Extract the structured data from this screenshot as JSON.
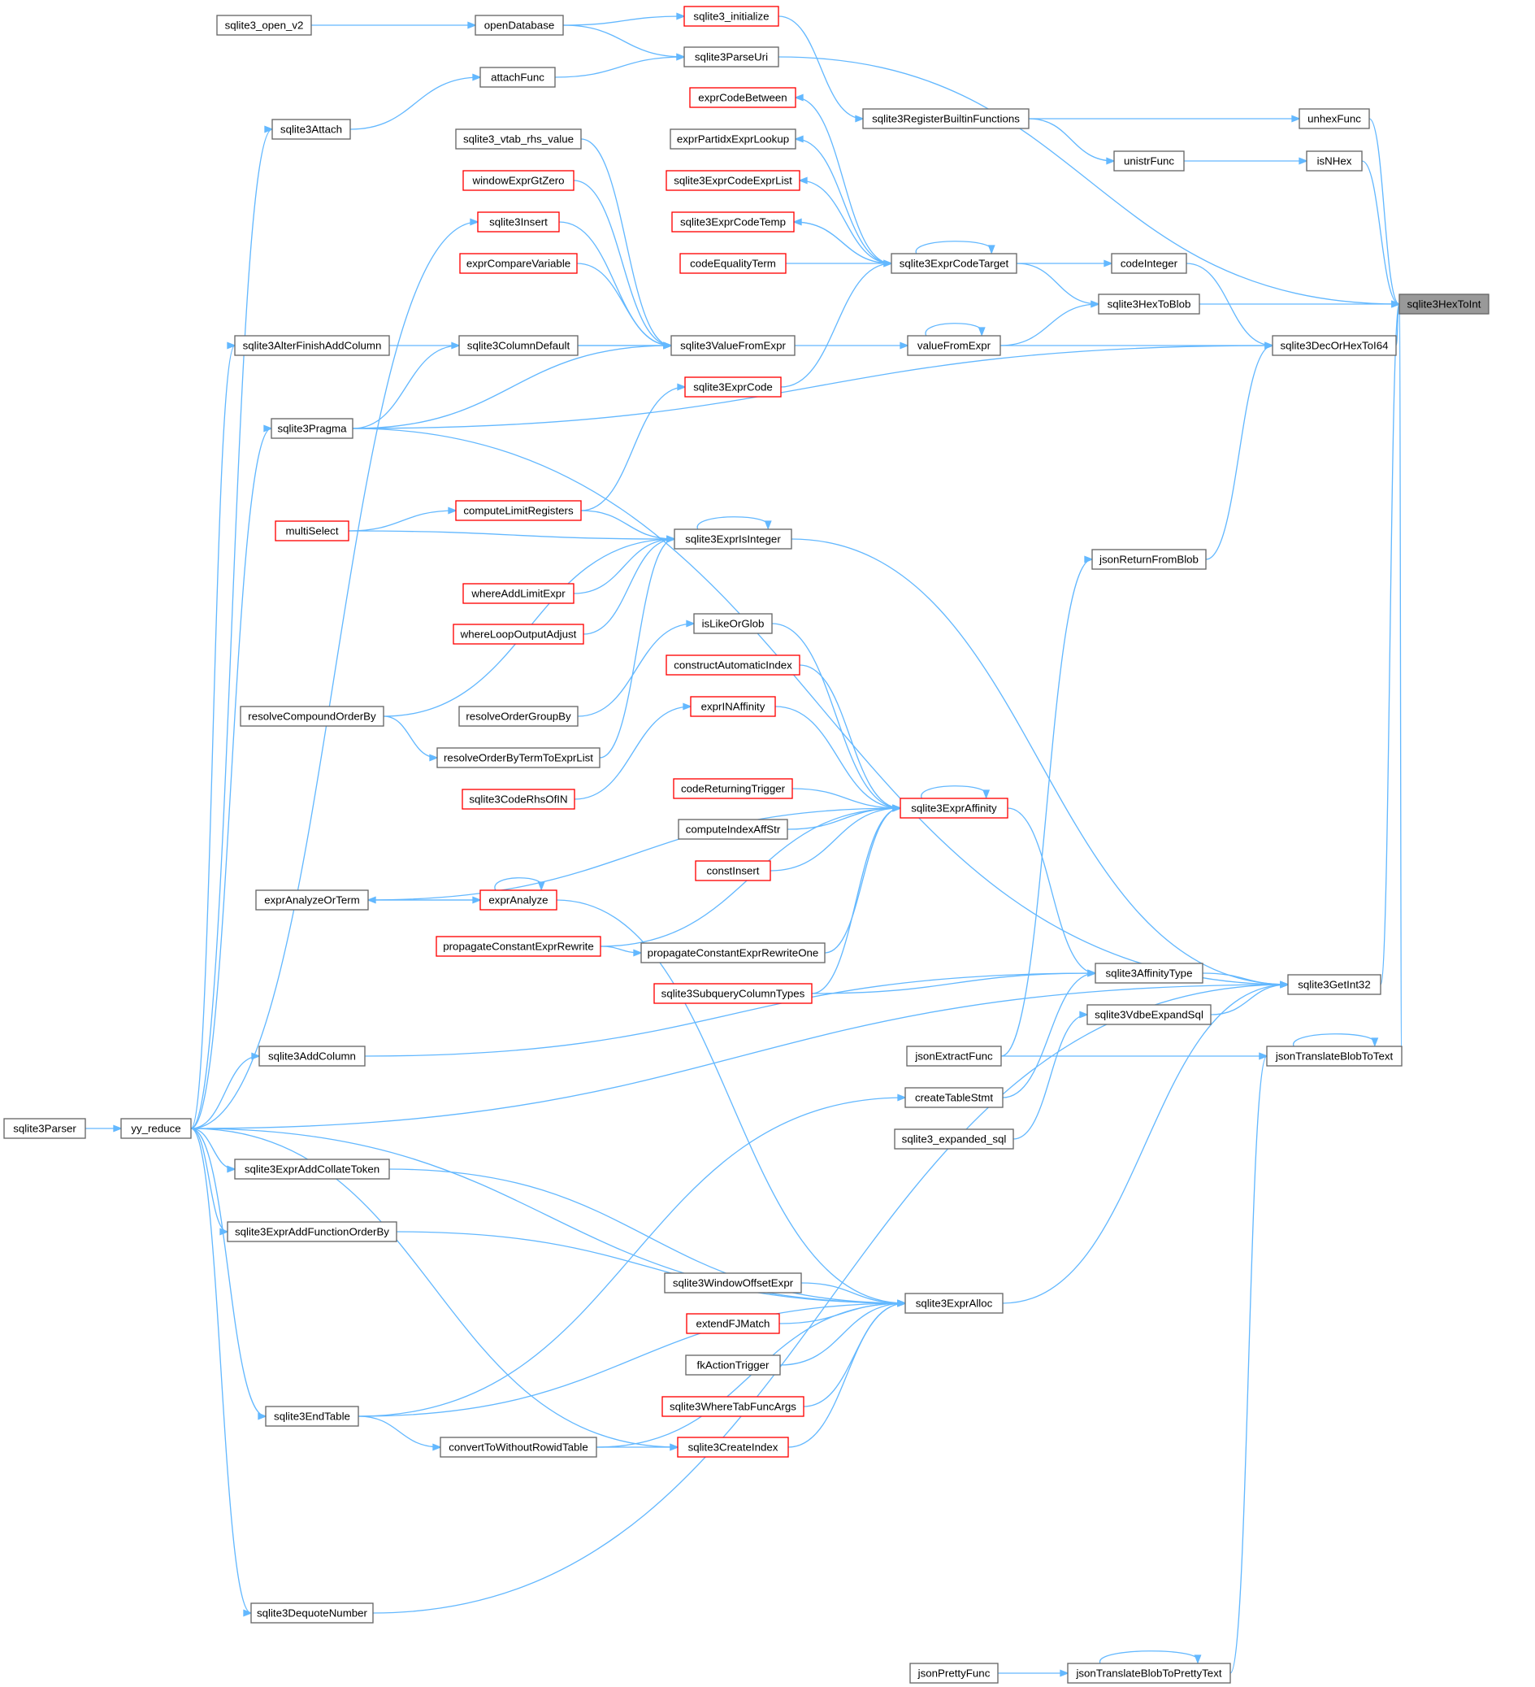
{
  "graph": {
    "title": "",
    "edge_color": "#63b8ff",
    "highlight_color": "#999999",
    "red_border_color": "#ff0000",
    "nodes": [
      {
        "id": "sqlite3HexToInt",
        "label": "sqlite3HexToInt",
        "style": "gray"
      },
      {
        "id": "sqlite3_open_v2",
        "label": "sqlite3_open_v2",
        "style": "normal"
      },
      {
        "id": "openDatabase",
        "label": "openDatabase",
        "style": "normal"
      },
      {
        "id": "sqlite3_initialize",
        "label": "sqlite3_initialize",
        "style": "red"
      },
      {
        "id": "sqlite3ParseUri",
        "label": "sqlite3ParseUri",
        "style": "normal"
      },
      {
        "id": "attachFunc",
        "label": "attachFunc",
        "style": "normal"
      },
      {
        "id": "exprCodeBetween",
        "label": "exprCodeBetween",
        "style": "red"
      },
      {
        "id": "sqlite3RegisterBuiltinFunctions",
        "label": "sqlite3RegisterBuiltinFunctions",
        "style": "normal"
      },
      {
        "id": "unhexFunc",
        "label": "unhexFunc",
        "style": "normal"
      },
      {
        "id": "sqlite3Attach",
        "label": "sqlite3Attach",
        "style": "normal"
      },
      {
        "id": "sqlite3_vtab_rhs_value",
        "label": "sqlite3_vtab_rhs_value",
        "style": "normal"
      },
      {
        "id": "exprPartidxExprLookup",
        "label": "exprPartidxExprLookup",
        "style": "normal"
      },
      {
        "id": "unistrFunc",
        "label": "unistrFunc",
        "style": "normal"
      },
      {
        "id": "isNHex",
        "label": "isNHex",
        "style": "normal"
      },
      {
        "id": "windowExprGtZero",
        "label": "windowExprGtZero",
        "style": "red"
      },
      {
        "id": "sqlite3ExprCodeExprList",
        "label": "sqlite3ExprCodeExprList",
        "style": "red"
      },
      {
        "id": "sqlite3Insert",
        "label": "sqlite3Insert",
        "style": "red"
      },
      {
        "id": "sqlite3ExprCodeTemp",
        "label": "sqlite3ExprCodeTemp",
        "style": "red"
      },
      {
        "id": "exprCompareVariable",
        "label": "exprCompareVariable",
        "style": "red"
      },
      {
        "id": "codeEqualityTerm",
        "label": "codeEqualityTerm",
        "style": "red"
      },
      {
        "id": "sqlite3ExprCodeTarget",
        "label": "sqlite3ExprCodeTarget",
        "style": "normal"
      },
      {
        "id": "codeInteger",
        "label": "codeInteger",
        "style": "normal"
      },
      {
        "id": "sqlite3HexToBlob",
        "label": "sqlite3HexToBlob",
        "style": "normal"
      },
      {
        "id": "sqlite3AlterFinishAddColumn",
        "label": "sqlite3AlterFinishAddColumn",
        "style": "normal"
      },
      {
        "id": "sqlite3ColumnDefault",
        "label": "sqlite3ColumnDefault",
        "style": "normal"
      },
      {
        "id": "sqlite3ValueFromExpr",
        "label": "sqlite3ValueFromExpr",
        "style": "normal"
      },
      {
        "id": "valueFromExpr",
        "label": "valueFromExpr",
        "style": "normal"
      },
      {
        "id": "sqlite3DecOrHexToI64",
        "label": "sqlite3DecOrHexToI64",
        "style": "normal"
      },
      {
        "id": "sqlite3ExprCode",
        "label": "sqlite3ExprCode",
        "style": "red"
      },
      {
        "id": "sqlite3Pragma",
        "label": "sqlite3Pragma",
        "style": "normal"
      },
      {
        "id": "computeLimitRegisters",
        "label": "computeLimitRegisters",
        "style": "red"
      },
      {
        "id": "multiSelect",
        "label": "multiSelect",
        "style": "red"
      },
      {
        "id": "sqlite3ExprIsInteger",
        "label": "sqlite3ExprIsInteger",
        "style": "normal"
      },
      {
        "id": "jsonReturnFromBlob",
        "label": "jsonReturnFromBlob",
        "style": "normal"
      },
      {
        "id": "whereAddLimitExpr",
        "label": "whereAddLimitExpr",
        "style": "red"
      },
      {
        "id": "whereLoopOutputAdjust",
        "label": "whereLoopOutputAdjust",
        "style": "red"
      },
      {
        "id": "isLikeOrGlob",
        "label": "isLikeOrGlob",
        "style": "normal"
      },
      {
        "id": "constructAutomaticIndex",
        "label": "constructAutomaticIndex",
        "style": "red"
      },
      {
        "id": "resolveCompoundOrderBy",
        "label": "resolveCompoundOrderBy",
        "style": "normal"
      },
      {
        "id": "resolveOrderGroupBy",
        "label": "resolveOrderGroupBy",
        "style": "normal"
      },
      {
        "id": "exprINAffinity",
        "label": "exprINAffinity",
        "style": "red"
      },
      {
        "id": "resolveOrderByTermToExprList",
        "label": "resolveOrderByTermToExprList",
        "style": "normal"
      },
      {
        "id": "sqlite3CodeRhsOfIN",
        "label": "sqlite3CodeRhsOfIN",
        "style": "red"
      },
      {
        "id": "codeReturningTrigger",
        "label": "codeReturningTrigger",
        "style": "red"
      },
      {
        "id": "sqlite3ExprAffinity",
        "label": "sqlite3ExprAffinity",
        "style": "red"
      },
      {
        "id": "computeIndexAffStr",
        "label": "computeIndexAffStr",
        "style": "normal"
      },
      {
        "id": "constInsert",
        "label": "constInsert",
        "style": "red"
      },
      {
        "id": "exprAnalyzeOrTerm",
        "label": "exprAnalyzeOrTerm",
        "style": "normal"
      },
      {
        "id": "exprAnalyze",
        "label": "exprAnalyze",
        "style": "red"
      },
      {
        "id": "propagateConstantExprRewrite",
        "label": "propagateConstantExprRewrite",
        "style": "red"
      },
      {
        "id": "propagateConstantExprRewriteOne",
        "label": "propagateConstantExprRewriteOne",
        "style": "normal"
      },
      {
        "id": "sqlite3AffinityType",
        "label": "sqlite3AffinityType",
        "style": "normal"
      },
      {
        "id": "sqlite3GetInt32",
        "label": "sqlite3GetInt32",
        "style": "normal"
      },
      {
        "id": "sqlite3SubqueryColumnTypes",
        "label": "sqlite3SubqueryColumnTypes",
        "style": "red"
      },
      {
        "id": "sqlite3VdbeExpandSql",
        "label": "sqlite3VdbeExpandSql",
        "style": "normal"
      },
      {
        "id": "sqlite3AddColumn",
        "label": "sqlite3AddColumn",
        "style": "normal"
      },
      {
        "id": "jsonExtractFunc",
        "label": "jsonExtractFunc",
        "style": "normal"
      },
      {
        "id": "jsonTranslateBlobToText",
        "label": "jsonTranslateBlobToText",
        "style": "normal"
      },
      {
        "id": "createTableStmt",
        "label": "createTableStmt",
        "style": "normal"
      },
      {
        "id": "sqlite3Parser",
        "label": "sqlite3Parser",
        "style": "normal"
      },
      {
        "id": "yy_reduce",
        "label": "yy_reduce",
        "style": "normal"
      },
      {
        "id": "sqlite3_expanded_sql",
        "label": "sqlite3_expanded_sql",
        "style": "normal"
      },
      {
        "id": "sqlite3ExprAddCollateToken",
        "label": "sqlite3ExprAddCollateToken",
        "style": "normal"
      },
      {
        "id": "sqlite3ExprAddFunctionOrderBy",
        "label": "sqlite3ExprAddFunctionOrderBy",
        "style": "normal"
      },
      {
        "id": "sqlite3WindowOffsetExpr",
        "label": "sqlite3WindowOffsetExpr",
        "style": "normal"
      },
      {
        "id": "sqlite3ExprAlloc",
        "label": "sqlite3ExprAlloc",
        "style": "normal"
      },
      {
        "id": "extendFJMatch",
        "label": "extendFJMatch",
        "style": "red"
      },
      {
        "id": "fkActionTrigger",
        "label": "fkActionTrigger",
        "style": "normal"
      },
      {
        "id": "sqlite3WhereTabFuncArgs",
        "label": "sqlite3WhereTabFuncArgs",
        "style": "red"
      },
      {
        "id": "sqlite3EndTable",
        "label": "sqlite3EndTable",
        "style": "normal"
      },
      {
        "id": "convertToWithoutRowidTable",
        "label": "convertToWithoutRowidTable",
        "style": "normal"
      },
      {
        "id": "sqlite3CreateIndex",
        "label": "sqlite3CreateIndex",
        "style": "red"
      },
      {
        "id": "sqlite3DequoteNumber",
        "label": "sqlite3DequoteNumber",
        "style": "normal"
      },
      {
        "id": "jsonPrettyFunc",
        "label": "jsonPrettyFunc",
        "style": "normal"
      },
      {
        "id": "jsonTranslateBlobToPrettyText",
        "label": "jsonTranslateBlobToPrettyText",
        "style": "normal"
      }
    ],
    "edges": [
      [
        "sqlite3_open_v2",
        "openDatabase"
      ],
      [
        "openDatabase",
        "sqlite3_initialize"
      ],
      [
        "openDatabase",
        "sqlite3ParseUri"
      ],
      [
        "attachFunc",
        "sqlite3ParseUri"
      ],
      [
        "sqlite3Attach",
        "attachFunc"
      ],
      [
        "sqlite3_initialize",
        "sqlite3RegisterBuiltinFunctions"
      ],
      [
        "sqlite3RegisterBuiltinFunctions",
        "unhexFunc"
      ],
      [
        "sqlite3RegisterBuiltinFunctions",
        "unistrFunc"
      ],
      [
        "unistrFunc",
        "isNHex"
      ],
      [
        "unhexFunc",
        "sqlite3HexToInt"
      ],
      [
        "isNHex",
        "sqlite3HexToInt"
      ],
      [
        "sqlite3ParseUri",
        "sqlite3HexToInt"
      ],
      [
        "sqlite3HexToBlob",
        "sqlite3HexToInt"
      ],
      [
        "sqlite3DecOrHexToI64",
        "sqlite3HexToInt"
      ],
      [
        "sqlite3GetInt32",
        "sqlite3HexToInt"
      ],
      [
        "jsonTranslateBlobToText",
        "sqlite3HexToInt"
      ],
      [
        "sqlite3ExprCodeTarget",
        "exprCodeBetween"
      ],
      [
        "sqlite3ExprCodeTarget",
        "exprPartidxExprLookup"
      ],
      [
        "sqlite3ExprCodeTarget",
        "sqlite3ExprCodeExprList"
      ],
      [
        "sqlite3ExprCodeTarget",
        "sqlite3ExprCodeTemp"
      ],
      [
        "codeEqualityTerm",
        "sqlite3ExprCodeTarget"
      ],
      [
        "sqlite3ExprCodeTemp",
        "sqlite3ExprCodeTarget"
      ],
      [
        "sqlite3ExprCodeTarget",
        "sqlite3ExprCodeTarget"
      ],
      [
        "sqlite3ExprCodeTarget",
        "codeInteger"
      ],
      [
        "sqlite3ExprCodeTarget",
        "sqlite3HexToBlob"
      ],
      [
        "codeInteger",
        "sqlite3DecOrHexToI64"
      ],
      [
        "sqlite3_vtab_rhs_value",
        "sqlite3ValueFromExpr"
      ],
      [
        "windowExprGtZero",
        "sqlite3ValueFromExpr"
      ],
      [
        "sqlite3Insert",
        "sqlite3ValueFromExpr"
      ],
      [
        "exprCompareVariable",
        "sqlite3ValueFromExpr"
      ],
      [
        "sqlite3ColumnDefault",
        "sqlite3ValueFromExpr"
      ],
      [
        "sqlite3AlterFinishAddColumn",
        "sqlite3ValueFromExpr"
      ],
      [
        "sqlite3Pragma",
        "sqlite3ValueFromExpr"
      ],
      [
        "sqlite3ValueFromExpr",
        "valueFromExpr"
      ],
      [
        "valueFromExpr",
        "valueFromExpr"
      ],
      [
        "valueFromExpr",
        "sqlite3HexToBlob"
      ],
      [
        "valueFromExpr",
        "sqlite3DecOrHexToI64"
      ],
      [
        "sqlite3Pragma",
        "sqlite3DecOrHexToI64"
      ],
      [
        "sqlite3Pragma",
        "sqlite3ColumnDefault"
      ],
      [
        "sqlite3ExprCode",
        "sqlite3ExprCodeTarget"
      ],
      [
        "computeLimitRegisters",
        "sqlite3ExprCode"
      ],
      [
        "multiSelect",
        "computeLimitRegisters"
      ],
      [
        "multiSelect",
        "sqlite3ExprIsInteger"
      ],
      [
        "computeLimitRegisters",
        "sqlite3ExprIsInteger"
      ],
      [
        "sqlite3ExprIsInteger",
        "sqlite3ExprIsInteger"
      ],
      [
        "whereAddLimitExpr",
        "sqlite3ExprIsInteger"
      ],
      [
        "whereLoopOutputAdjust",
        "sqlite3ExprIsInteger"
      ],
      [
        "resolveCompoundOrderBy",
        "sqlite3ExprIsInteger"
      ],
      [
        "resolveOrderByTermToExprList",
        "sqlite3ExprIsInteger"
      ],
      [
        "resolveCompoundOrderBy",
        "resolveOrderByTermToExprList"
      ],
      [
        "resolveOrderGroupBy",
        "isLikeOrGlob"
      ],
      [
        "sqlite3ExprIsInteger",
        "sqlite3GetInt32"
      ],
      [
        "jsonReturnFromBlob",
        "sqlite3DecOrHexToI64"
      ],
      [
        "jsonExtractFunc",
        "jsonReturnFromBlob"
      ],
      [
        "isLikeOrGlob",
        "sqlite3ExprAffinity"
      ],
      [
        "constructAutomaticIndex",
        "sqlite3ExprAffinity"
      ],
      [
        "exprINAffinity",
        "sqlite3ExprAffinity"
      ],
      [
        "sqlite3CodeRhsOfIN",
        "exprINAffinity"
      ],
      [
        "codeReturningTrigger",
        "sqlite3ExprAffinity"
      ],
      [
        "computeIndexAffStr",
        "sqlite3ExprAffinity"
      ],
      [
        "constInsert",
        "sqlite3ExprAffinity"
      ],
      [
        "exprAnalyzeOrTerm",
        "sqlite3ExprAffinity"
      ],
      [
        "propagateConstantExprRewrite",
        "sqlite3ExprAffinity"
      ],
      [
        "propagateConstantExprRewriteOne",
        "sqlite3ExprAffinity"
      ],
      [
        "sqlite3SubqueryColumnTypes",
        "sqlite3ExprAffinity"
      ],
      [
        "sqlite3ExprAffinity",
        "sqlite3ExprAffinity"
      ],
      [
        "sqlite3ExprAffinity",
        "sqlite3AffinityType"
      ],
      [
        "exprAnalyze",
        "exprAnalyzeOrTerm"
      ],
      [
        "exprAnalyzeOrTerm",
        "exprAnalyze"
      ],
      [
        "exprAnalyze",
        "exprAnalyze"
      ],
      [
        "propagateConstantExprRewrite",
        "propagateConstantExprRewriteOne"
      ],
      [
        "sqlite3SubqueryColumnTypes",
        "sqlite3AffinityType"
      ],
      [
        "sqlite3AddColumn",
        "sqlite3AffinityType"
      ],
      [
        "sqlite3AffinityType",
        "sqlite3GetInt32"
      ],
      [
        "sqlite3VdbeExpandSql",
        "sqlite3GetInt32"
      ],
      [
        "sqlite3_expanded_sql",
        "sqlite3VdbeExpandSql"
      ],
      [
        "createTableStmt",
        "sqlite3AffinityType"
      ],
      [
        "jsonExtractFunc",
        "jsonTranslateBlobToText"
      ],
      [
        "jsonTranslateBlobToText",
        "jsonTranslateBlobToText"
      ],
      [
        "sqlite3Parser",
        "yy_reduce"
      ],
      [
        "yy_reduce",
        "sqlite3Attach"
      ],
      [
        "yy_reduce",
        "sqlite3Insert"
      ],
      [
        "yy_reduce",
        "sqlite3AlterFinishAddColumn"
      ],
      [
        "yy_reduce",
        "sqlite3Pragma"
      ],
      [
        "yy_reduce",
        "sqlite3AddColumn"
      ],
      [
        "yy_reduce",
        "sqlite3ExprAddCollateToken"
      ],
      [
        "yy_reduce",
        "sqlite3ExprAddFunctionOrderBy"
      ],
      [
        "yy_reduce",
        "sqlite3EndTable"
      ],
      [
        "yy_reduce",
        "sqlite3CreateIndex"
      ],
      [
        "yy_reduce",
        "sqlite3DequoteNumber"
      ],
      [
        "sqlite3WindowOffsetExpr",
        "sqlite3ExprAlloc"
      ],
      [
        "extendFJMatch",
        "sqlite3ExprAlloc"
      ],
      [
        "fkActionTrigger",
        "sqlite3ExprAlloc"
      ],
      [
        "sqlite3WhereTabFuncArgs",
        "sqlite3ExprAlloc"
      ],
      [
        "sqlite3CreateIndex",
        "sqlite3ExprAlloc"
      ],
      [
        "convertToWithoutRowidTable",
        "sqlite3ExprAlloc"
      ],
      [
        "sqlite3EndTable",
        "sqlite3ExprAlloc"
      ],
      [
        "sqlite3ExprAddCollateToken",
        "sqlite3ExprAlloc"
      ],
      [
        "sqlite3ExprAddFunctionOrderBy",
        "sqlite3ExprAlloc"
      ],
      [
        "exprAnalyze",
        "sqlite3ExprAlloc"
      ],
      [
        "yy_reduce",
        "sqlite3ExprAlloc"
      ],
      [
        "sqlite3ExprAlloc",
        "sqlite3GetInt32"
      ],
      [
        "sqlite3EndTable",
        "convertToWithoutRowidTable"
      ],
      [
        "convertToWithoutRowidTable",
        "sqlite3CreateIndex"
      ],
      [
        "sqlite3EndTable",
        "createTableStmt"
      ],
      [
        "sqlite3DequoteNumber",
        "sqlite3GetInt32"
      ],
      [
        "yy_reduce",
        "sqlite3GetInt32"
      ],
      [
        "sqlite3Pragma",
        "sqlite3GetInt32"
      ],
      [
        "jsonPrettyFunc",
        "jsonTranslateBlobToPrettyText"
      ],
      [
        "jsonTranslateBlobToPrettyText",
        "jsonTranslateBlobToPrettyText"
      ],
      [
        "jsonTranslateBlobToPrettyText",
        "jsonTranslateBlobToText"
      ]
    ]
  }
}
